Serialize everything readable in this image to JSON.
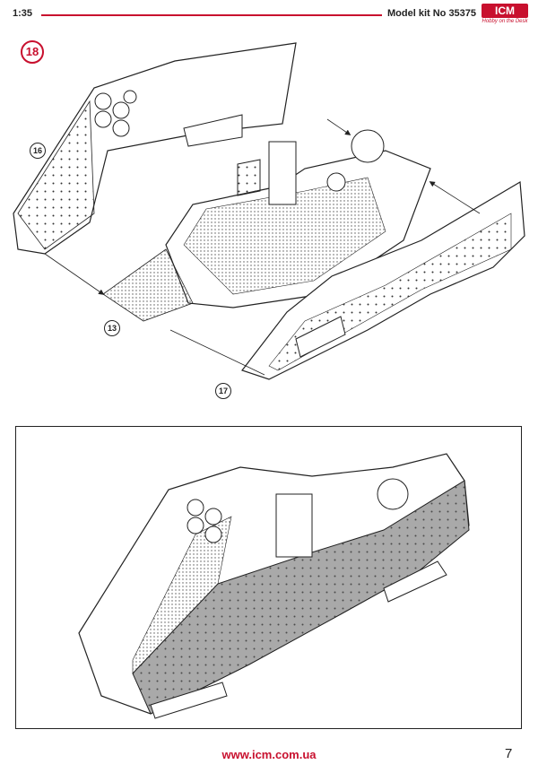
{
  "header": {
    "scale": "1:35",
    "model_kit": "Model kit No 35375",
    "brand": "ICM",
    "brand_tagline": "Hobby on the Desk"
  },
  "step": {
    "number": "18",
    "callouts": [
      "16",
      "13",
      "17"
    ]
  },
  "footer": {
    "url": "www.icm.com.ua",
    "page_number": "7"
  },
  "colors": {
    "accent": "#c8102e",
    "armor_fill": "#a9a9a9",
    "line": "#222222"
  }
}
